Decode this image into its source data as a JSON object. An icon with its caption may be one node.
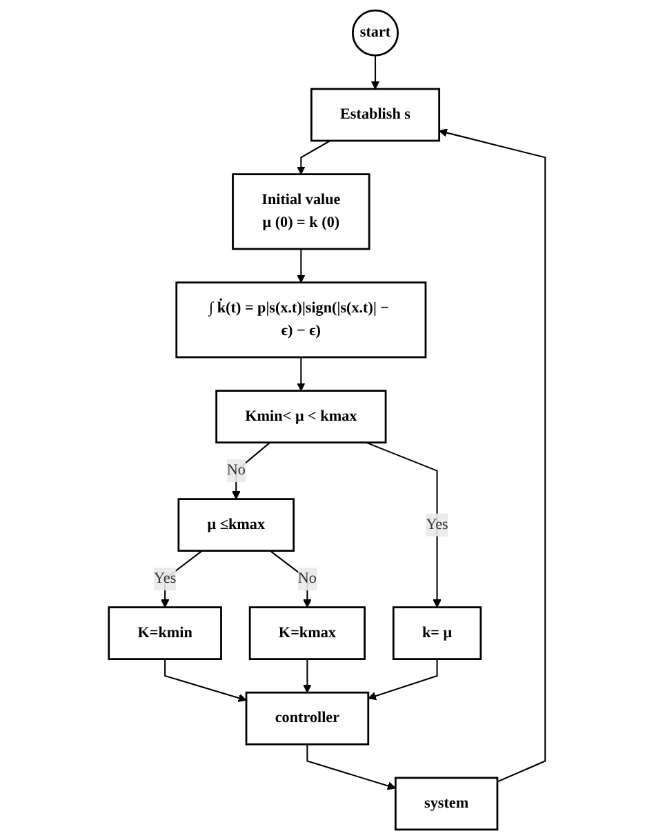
{
  "diagram": {
    "nodes": [
      {
        "text": [
          "start"
        ]
      },
      {
        "text": [
          "Establish s"
        ]
      },
      {
        "text": [
          "Initial value",
          "μ (0) = k (0)"
        ]
      },
      {
        "text": [
          "∫ k̇(t) = p|s(x.t)|sign(|s(x.t)| − ϵ) − ϵ)"
        ]
      },
      {
        "text": [
          "μ ≤kmax"
        ]
      },
      {
        "text": [
          "Kmin< μ < kmax"
        ]
      },
      {
        "text": [
          "K=kmin"
        ]
      },
      {
        "text": [
          "k= μ"
        ]
      },
      {
        "text": [
          "K=kmax"
        ]
      },
      {
        "text": [
          "controller"
        ]
      },
      {
        "text": [
          "system"
        ]
      }
    ],
    "edges": [
      {
        "from": 0,
        "to": 1,
        "arrow": "to"
      },
      {
        "from": 1,
        "to": 2,
        "arrow": "to"
      },
      {
        "from": 2,
        "to": 3,
        "arrow": "to"
      },
      {
        "from": 3,
        "to": 5,
        "arrow": "to"
      },
      {
        "from": 5,
        "to": 4,
        "arrow": "to",
        "label": "No"
      },
      {
        "from": 4,
        "to": 8,
        "arrow": "to",
        "label": "No"
      },
      {
        "from": 4,
        "to": 6,
        "arrow": "to",
        "label": "Yes"
      },
      {
        "from": 5,
        "to": 7,
        "arrow": "to",
        "label": "Yes"
      },
      {
        "from": 6,
        "to": 9,
        "arrow": "to"
      },
      {
        "from": 8,
        "to": 9,
        "arrow": "to"
      },
      {
        "from": 7,
        "to": 9,
        "arrow": "to"
      },
      {
        "from": 9,
        "to": 10,
        "arrow": "to"
      },
      {
        "from": 10,
        "to": 1,
        "arrow": "to"
      }
    ]
  }
}
